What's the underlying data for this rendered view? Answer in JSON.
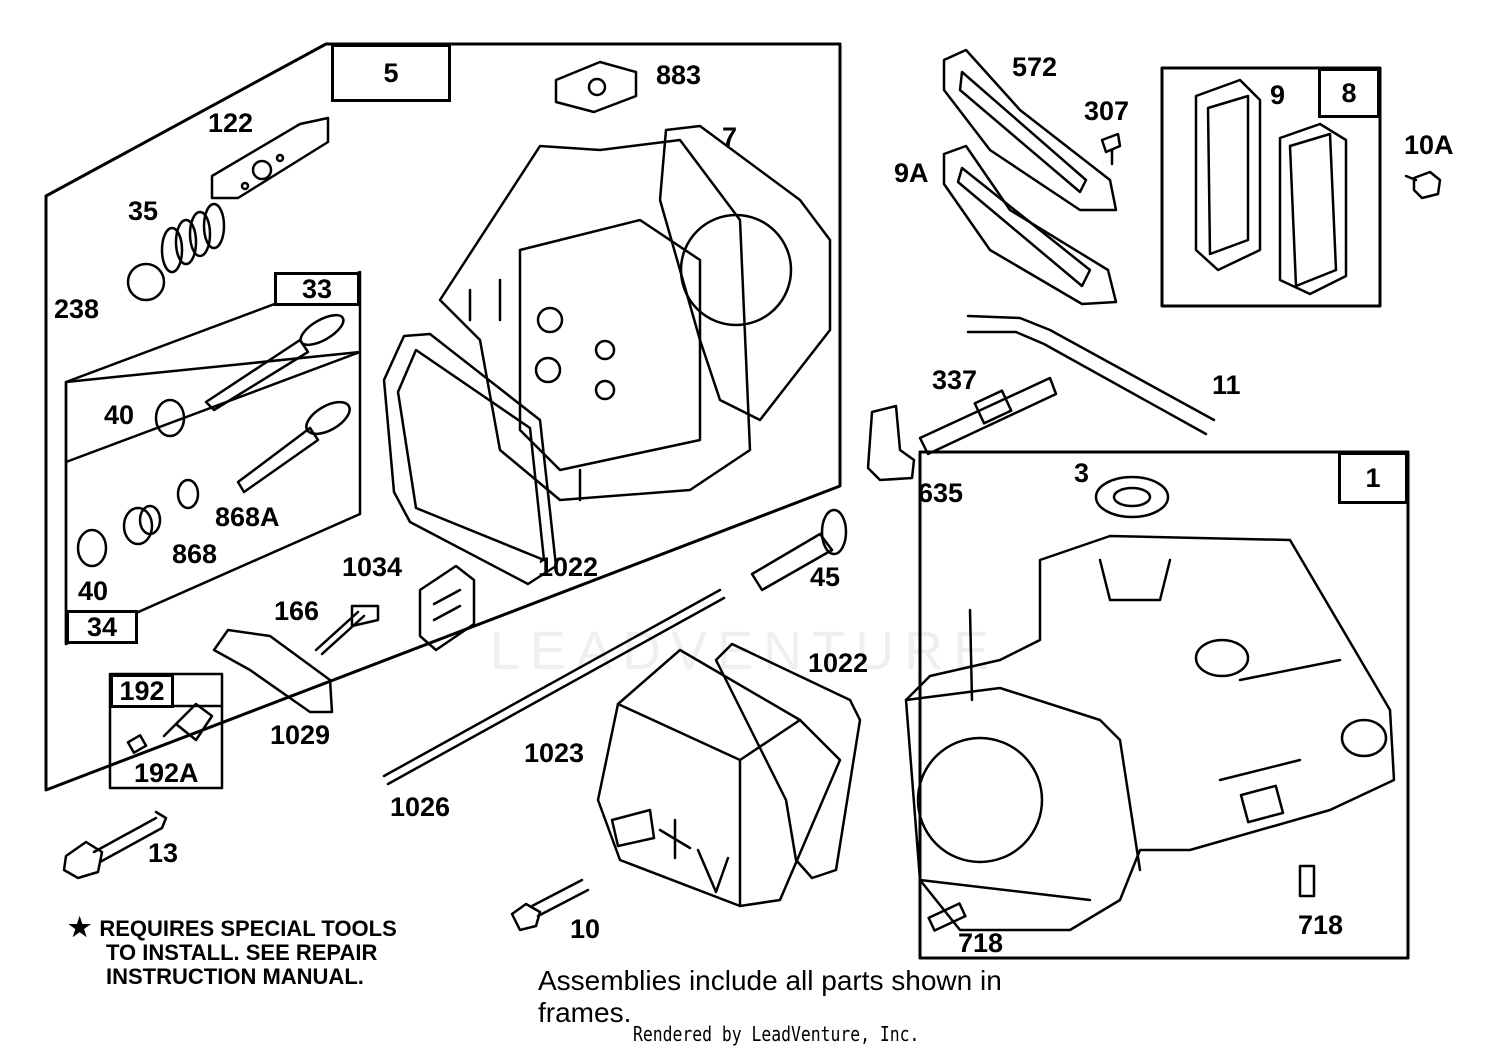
{
  "frame_labels": {
    "cylinder_head_assembly": "5",
    "exhaust_valve": "33",
    "intake_valve": "34",
    "rocker_stud": "192",
    "breather_assembly": "8",
    "cylinder_assembly": "1"
  },
  "part_labels": {
    "p883": "883",
    "p7": "7",
    "p122": "122",
    "p35": "35",
    "p238": "238",
    "p40a": "40",
    "p868a": "868A",
    "p868": "868",
    "p40b": "40",
    "p1022a": "1022",
    "p1034": "1034",
    "p166": "166",
    "p1029": "1029",
    "p192a": "192A",
    "p572": "572",
    "p307": "307",
    "p9a": "9A",
    "p9": "9",
    "p10a": "10A",
    "p11": "11",
    "p337": "337",
    "p635": "635",
    "p3": "3",
    "p45": "45",
    "p1022b": "1022",
    "p1023": "1023",
    "p1026": "1026",
    "p13": "13",
    "p10": "10",
    "p718a": "718",
    "p718b": "718"
  },
  "footnote": {
    "star": "★",
    "line1": "REQUIRES SPECIAL TOOLS",
    "line2": "TO INSTALL.  SEE REPAIR",
    "line3": "INSTRUCTION MANUAL."
  },
  "caption": "Assemblies include all parts shown in frames.",
  "rendered_by": "Rendered by LeadVenture, Inc.",
  "watermark": "LEADVENTURE",
  "colors": {
    "ink": "#000000",
    "paper": "#ffffff"
  }
}
